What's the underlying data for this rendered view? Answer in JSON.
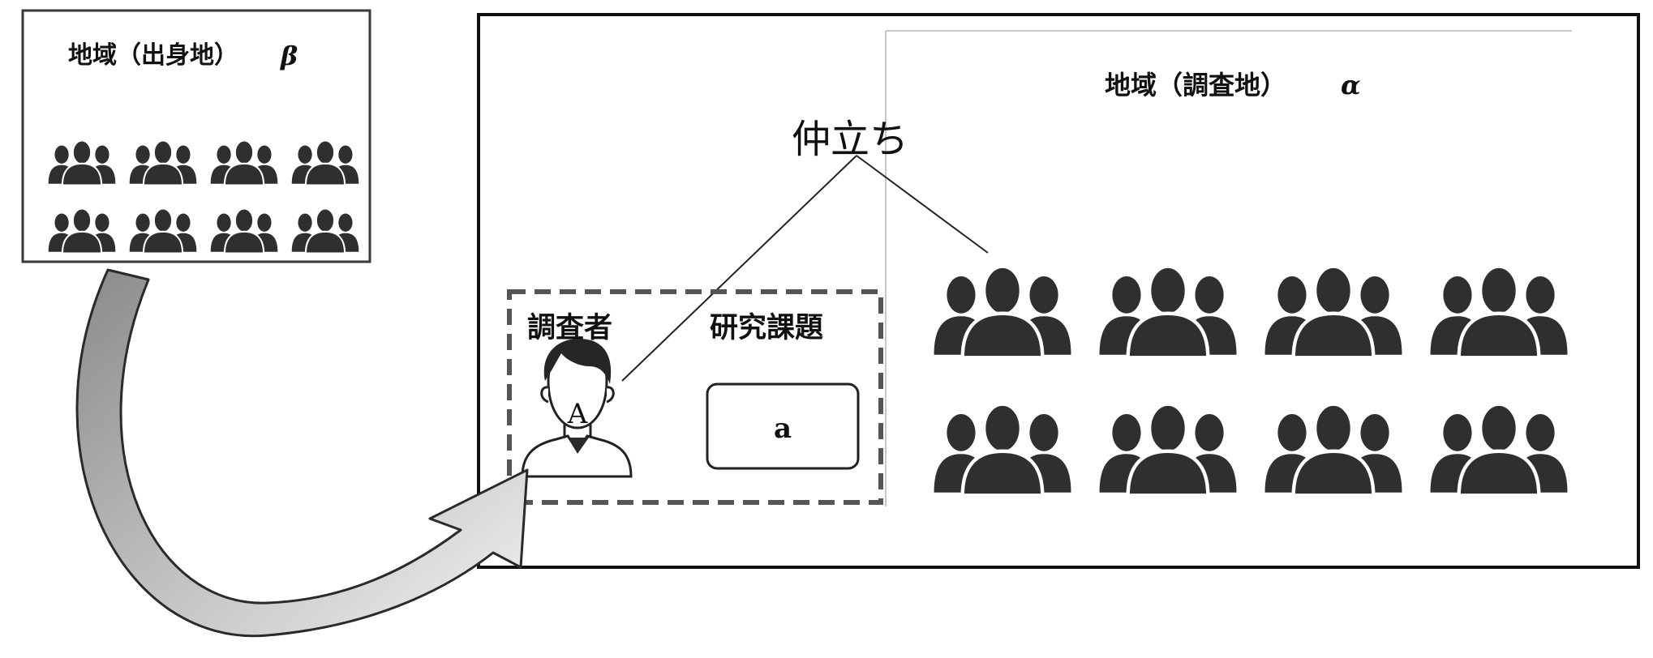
{
  "origin_region": {
    "label": "地域（出身地）",
    "symbol": "β",
    "people_icon": "people-group-icon",
    "group_count": 8
  },
  "survey_region": {
    "label": "地域（調査地）",
    "symbol": "α",
    "people_icon": "people-group-icon",
    "group_count": 8
  },
  "intermediary": {
    "label": "仲立ち"
  },
  "researcher_box": {
    "researcher_label": "調査者",
    "researcher_icon": "person-icon",
    "researcher_initial": "A",
    "topic_label": "研究課題",
    "topic_value": "a"
  },
  "migration_arrow": {
    "icon": "curved-arrow-icon"
  },
  "colors": {
    "icon_fill": "#2f2f2f",
    "frame": "#1a1a1a",
    "dashed_frame": "#555555",
    "arrow_fill": "#d0d0d0",
    "arrow_stroke": "#2a2a2a"
  }
}
